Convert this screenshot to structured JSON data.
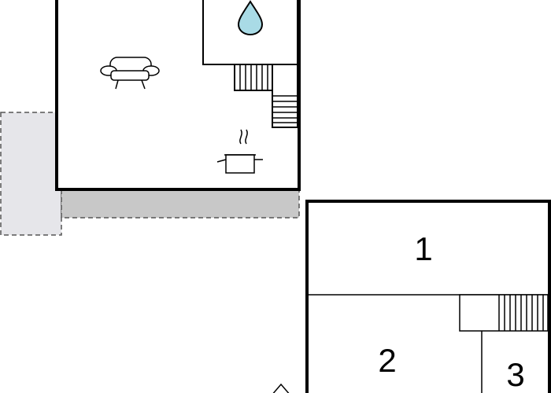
{
  "floor_plan": {
    "room_labels": [
      {
        "id": "room-1",
        "label": "1"
      },
      {
        "id": "room-2",
        "label": "2"
      },
      {
        "id": "room-3",
        "label": "3"
      }
    ],
    "icons": [
      "sofa-icon",
      "bathroom-water-drop-icon",
      "kitchen-pot-icon",
      "stairs-icon",
      "door-arrow-icon"
    ],
    "colors": {
      "wall": "#000000",
      "terrace_light": "#e6e6ea",
      "terrace_dark": "#c8c8c8",
      "water_drop": "#a9dbe6"
    }
  }
}
